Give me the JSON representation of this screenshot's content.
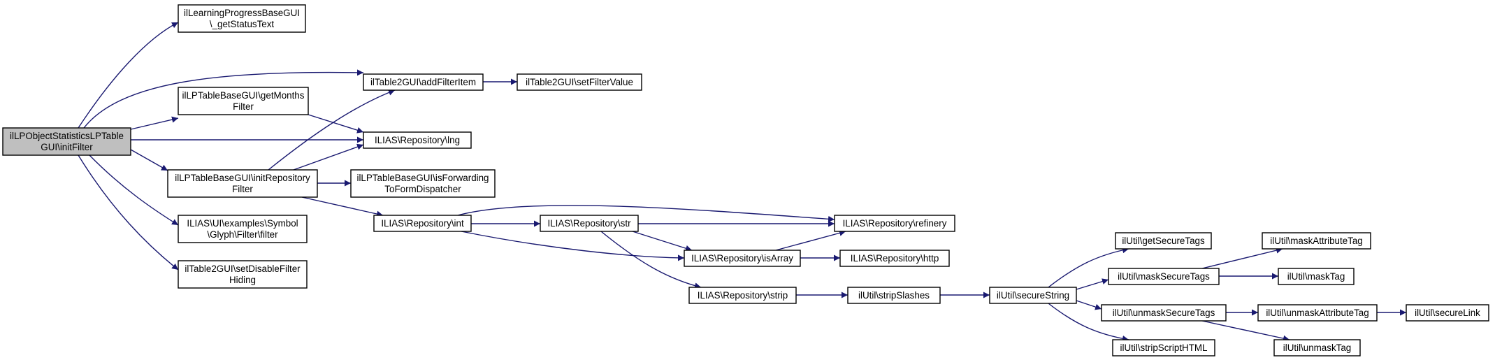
{
  "graph": {
    "colors": {
      "node_fill": "#ffffff",
      "root_fill": "#bfbfbf",
      "node_border": "#000000",
      "edge": "#191970"
    },
    "nodes": [
      {
        "id": "root",
        "lines": [
          "ilLPObjectStatisticsLPTable",
          "GUI\\initFilter"
        ],
        "root": true
      },
      {
        "id": "lpbase_status",
        "lines": [
          "ilLearningProgressBaseGUI",
          "\\_getStatusText"
        ]
      },
      {
        "id": "t2_addfilter",
        "lines": [
          "ilTable2GUI\\addFilterItem"
        ]
      },
      {
        "id": "t2_setfiltervalue",
        "lines": [
          "ilTable2GUI\\setFilterValue"
        ]
      },
      {
        "id": "lptb_months",
        "lines": [
          "ilLPTableBaseGUI\\getMonths",
          "Filter"
        ]
      },
      {
        "id": "repo_lng",
        "lines": [
          "ILIAS\\Repository\\lng"
        ]
      },
      {
        "id": "lptb_initrepo",
        "lines": [
          "ilLPTableBaseGUI\\initRepository",
          "Filter"
        ]
      },
      {
        "id": "lptb_forwarding",
        "lines": [
          "ilLPTableBaseGUI\\isForwarding",
          "ToFormDispatcher"
        ]
      },
      {
        "id": "ui_symbol_filter",
        "lines": [
          "ILIAS\\UI\\examples\\Symbol",
          "\\Glyph\\Filter\\filter"
        ]
      },
      {
        "id": "t2_disablehiding",
        "lines": [
          "ilTable2GUI\\setDisableFilter",
          "Hiding"
        ]
      },
      {
        "id": "repo_int",
        "lines": [
          "ILIAS\\Repository\\int"
        ]
      },
      {
        "id": "repo_str",
        "lines": [
          "ILIAS\\Repository\\str"
        ]
      },
      {
        "id": "repo_refinery",
        "lines": [
          "ILIAS\\Repository\\refinery"
        ]
      },
      {
        "id": "repo_isarray",
        "lines": [
          "ILIAS\\Repository\\isArray"
        ]
      },
      {
        "id": "repo_http",
        "lines": [
          "ILIAS\\Repository\\http"
        ]
      },
      {
        "id": "repo_strip",
        "lines": [
          "ILIAS\\Repository\\strip"
        ]
      },
      {
        "id": "util_stripslashes",
        "lines": [
          "ilUtil\\stripSlashes"
        ]
      },
      {
        "id": "util_securestring",
        "lines": [
          "ilUtil\\secureString"
        ]
      },
      {
        "id": "util_getsecuretags",
        "lines": [
          "ilUtil\\getSecureTags"
        ]
      },
      {
        "id": "util_masksecuretags",
        "lines": [
          "ilUtil\\maskSecureTags"
        ]
      },
      {
        "id": "util_unmasksecuretags",
        "lines": [
          "ilUtil\\unmaskSecureTags"
        ]
      },
      {
        "id": "util_stripscripthtml",
        "lines": [
          "ilUtil\\stripScriptHTML"
        ]
      },
      {
        "id": "util_maskattributetag",
        "lines": [
          "ilUtil\\maskAttributeTag"
        ]
      },
      {
        "id": "util_masktag",
        "lines": [
          "ilUtil\\maskTag"
        ]
      },
      {
        "id": "util_unmaskattributetag",
        "lines": [
          "ilUtil\\unmaskAttributeTag"
        ]
      },
      {
        "id": "util_unmasktag",
        "lines": [
          "ilUtil\\unmaskTag"
        ]
      },
      {
        "id": "util_securelink",
        "lines": [
          "ilUtil\\secureLink"
        ]
      }
    ],
    "edges": [
      [
        "root",
        "lpbase_status"
      ],
      [
        "root",
        "t2_addfilter"
      ],
      [
        "root",
        "lptb_months"
      ],
      [
        "root",
        "repo_lng"
      ],
      [
        "root",
        "lptb_initrepo"
      ],
      [
        "root",
        "ui_symbol_filter"
      ],
      [
        "root",
        "t2_disablehiding"
      ],
      [
        "t2_addfilter",
        "t2_setfiltervalue"
      ],
      [
        "lptb_months",
        "repo_lng"
      ],
      [
        "lptb_initrepo",
        "t2_addfilter"
      ],
      [
        "lptb_initrepo",
        "repo_lng"
      ],
      [
        "lptb_initrepo",
        "lptb_forwarding"
      ],
      [
        "lptb_initrepo",
        "repo_int"
      ],
      [
        "repo_int",
        "repo_refinery"
      ],
      [
        "repo_int",
        "repo_str"
      ],
      [
        "repo_int",
        "repo_isarray"
      ],
      [
        "repo_str",
        "repo_refinery"
      ],
      [
        "repo_str",
        "repo_isarray"
      ],
      [
        "repo_str",
        "repo_strip"
      ],
      [
        "repo_isarray",
        "repo_refinery"
      ],
      [
        "repo_isarray",
        "repo_http"
      ],
      [
        "repo_strip",
        "util_stripslashes"
      ],
      [
        "util_stripslashes",
        "util_securestring"
      ],
      [
        "util_securestring",
        "util_getsecuretags"
      ],
      [
        "util_securestring",
        "util_masksecuretags"
      ],
      [
        "util_securestring",
        "util_unmasksecuretags"
      ],
      [
        "util_securestring",
        "util_stripscripthtml"
      ],
      [
        "util_masksecuretags",
        "util_maskattributetag"
      ],
      [
        "util_masksecuretags",
        "util_masktag"
      ],
      [
        "util_unmasksecuretags",
        "util_unmaskattributetag"
      ],
      [
        "util_unmasksecuretags",
        "util_unmasktag"
      ],
      [
        "util_unmaskattributetag",
        "util_securelink"
      ]
    ]
  }
}
